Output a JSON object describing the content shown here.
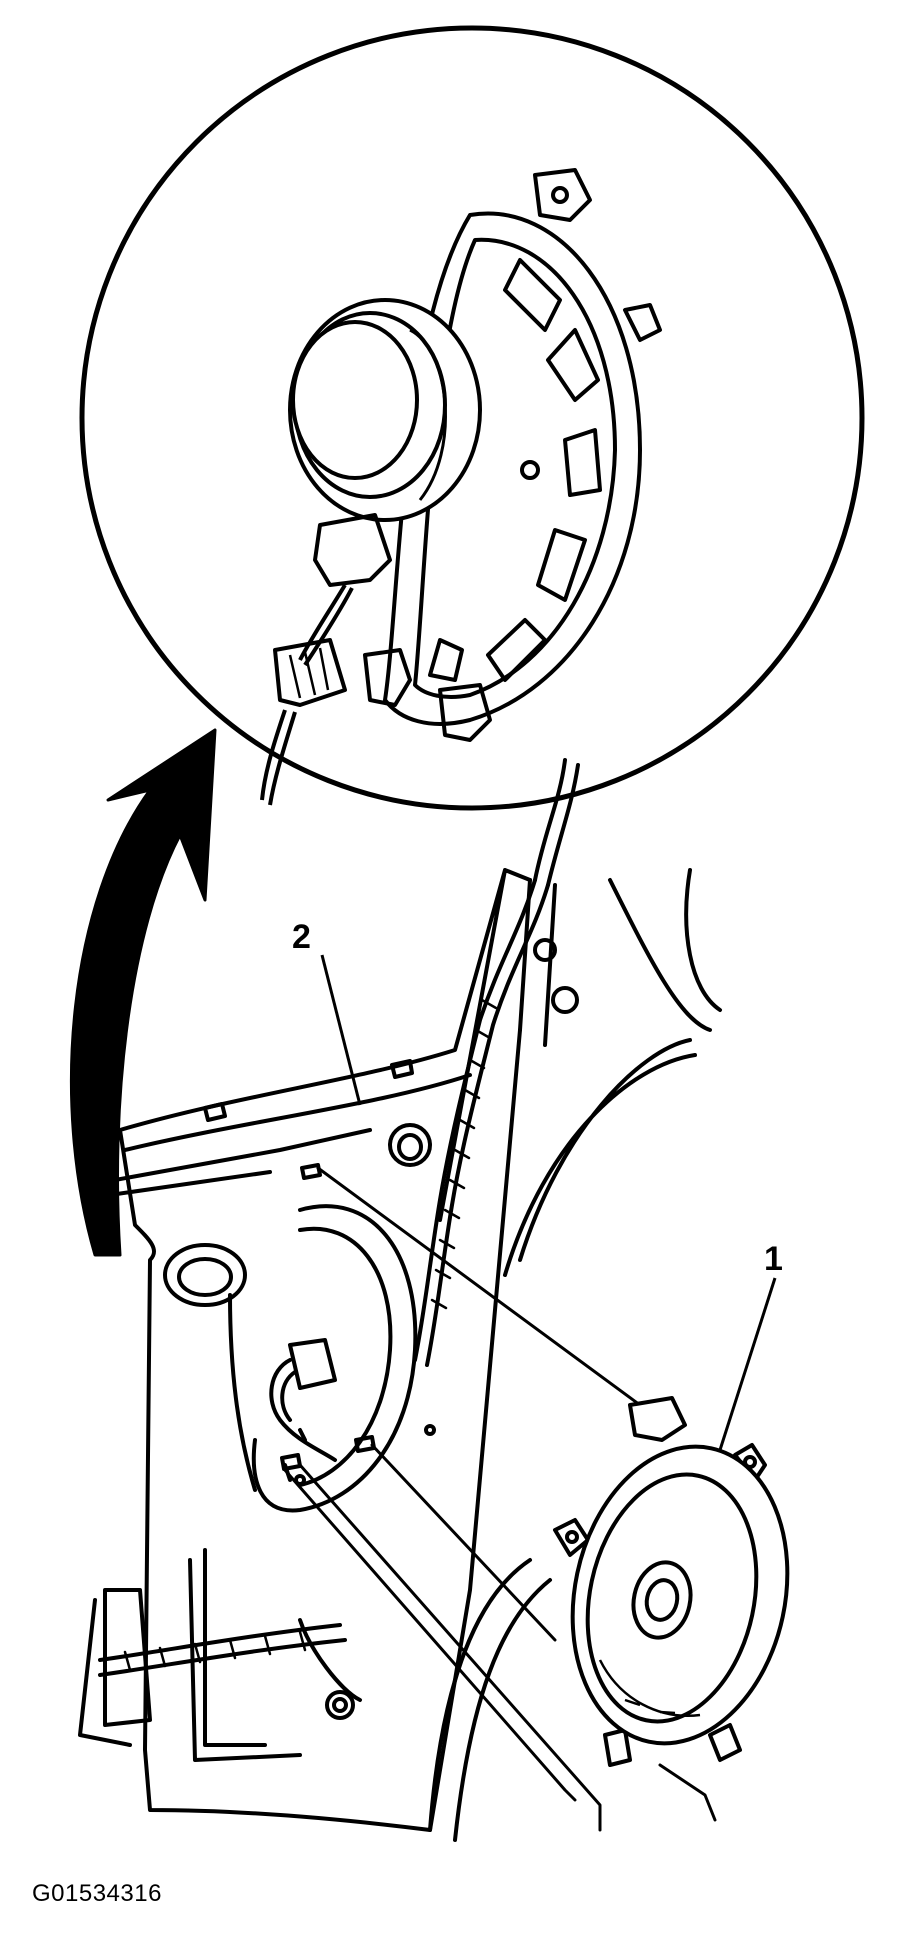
{
  "diagram": {
    "callouts": [
      {
        "id": "1",
        "label": "1"
      },
      {
        "id": "2",
        "label": "2"
      }
    ],
    "figure_id": "G01534316"
  },
  "colors": {
    "ink": "#000000",
    "paper": "#ffffff"
  }
}
